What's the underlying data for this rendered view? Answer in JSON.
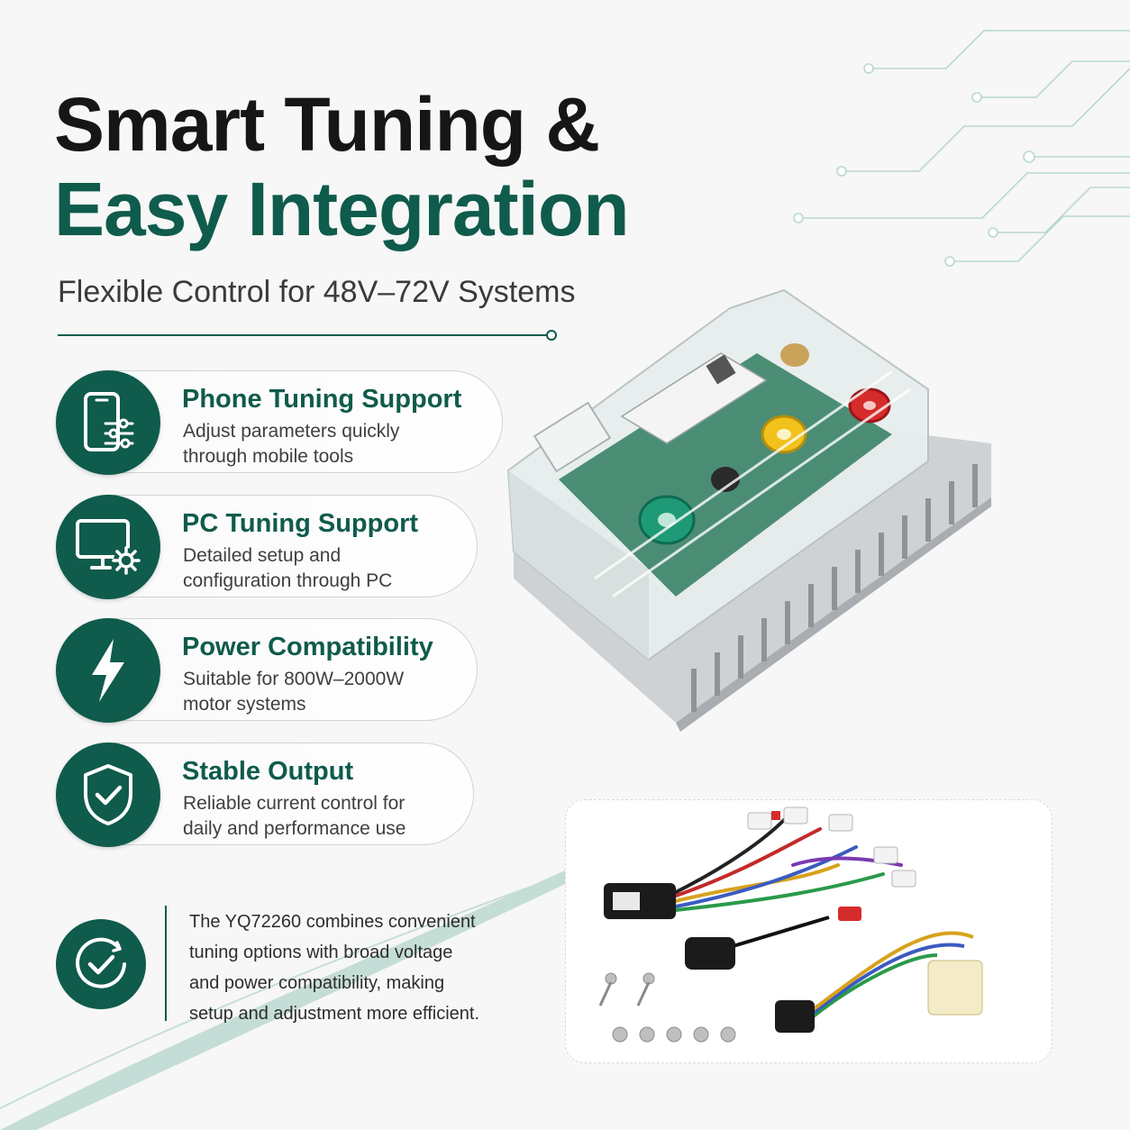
{
  "header": {
    "title_line1": "Smart Tuning &",
    "title_line2": "Easy Integration",
    "subtitle": "Flexible Control for 48V–72V Systems"
  },
  "features": [
    {
      "icon": "phone-sliders-icon",
      "title": "Phone Tuning Support",
      "desc_line1": "Adjust parameters quickly",
      "desc_line2": "through mobile tools"
    },
    {
      "icon": "monitor-gear-icon",
      "title": "PC Tuning Support",
      "desc_line1": "Detailed setup and",
      "desc_line2": "configuration through PC"
    },
    {
      "icon": "lightning-bolt-icon",
      "title": "Power Compatibility",
      "desc_line1": "Suitable for 800W–2000W",
      "desc_line2": "motor systems"
    },
    {
      "icon": "shield-check-icon",
      "title": "Stable Output",
      "desc_line1": "Reliable current control for",
      "desc_line2": "daily and performance use"
    }
  ],
  "summary": {
    "icon": "circle-check-icon",
    "line1": "The YQ72260 combines convenient",
    "line2": "tuning options with broad voltage",
    "line3": "and power compatibility, making",
    "line4": "setup and adjustment more efficient."
  },
  "colors": {
    "brand": "#0f5b4c",
    "headline": "#161616",
    "background": "#f6f7f6"
  }
}
